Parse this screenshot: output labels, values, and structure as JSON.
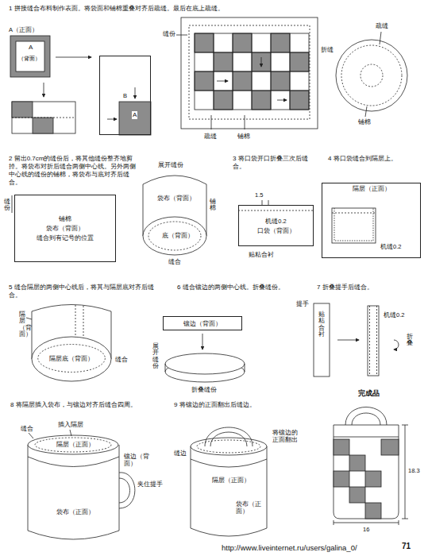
{
  "diagram": {
    "nodes": [
      {
        "text": [
          "B"
        ]
      },
      {
        "text": [
          "铺棉",
          "袋布（背面）",
          "缝合到有记号的位置"
        ]
      },
      {
        "text": [
          "机缝0.2",
          "口袋（背面）"
        ]
      },
      {
        "text": [
          "隔层（正面）"
        ]
      },
      {
        "text": [
          "隔层底（背面）"
        ]
      },
      {
        "text": [
          "镶边（背面）"
        ]
      }
    ],
    "labels": [
      "1 拼接缝合布料制作表面。将袋面和铺棉重叠对齐后疏缝。最后在底上疏缝。",
      "A（正面）",
      "A",
      "（背面）",
      "A",
      "缝份",
      "折缝",
      "疏缝",
      "铺棉",
      "疏缝",
      "铺棉",
      "2 留出0.7cm的缝份后，将其他缝份整齐地剪掉。将袋布对折后缝合两侧中心线。另外两侧中心线的缝份的铺棉，将袋布与底对齐后缝合。",
      "缝份",
      "展开缝份",
      "袋布（背面）",
      "铺棉",
      "底（背面）",
      "缝合",
      "3 将口袋开口折叠三次后缝合。",
      "1.5",
      "贴粘合衬",
      "4 将口袋缝合到隔层上。",
      "机缝0.2",
      "5 缝合隔层的两侧中心线后，将其与隔层底对齐后缝合。",
      "隔层（背面）",
      "缝合",
      "6 缝合镶边的两侧中心线。折叠缝份。",
      "展开缝份",
      "折叠缝份",
      "7 折叠提手后缝合。",
      "提手",
      "贴粘合衬",
      "机缝0.2",
      "折叠",
      "完成品",
      "18.3",
      "16",
      "8 将隔层插入袋布，与镶边对齐后缝合四周。",
      "缝合",
      "插入隔层",
      "隔层（正面）",
      "镶边（背面）",
      "夹住提手",
      "袋布（正面）",
      "9 将镶边的正面翻出后缝边。",
      "缝边",
      "将镶边的正面翻出",
      "隔层（正面）",
      "袋布（正面）",
      "http://www.liveinternet.ru/users/galina_0/",
      "71"
    ]
  }
}
